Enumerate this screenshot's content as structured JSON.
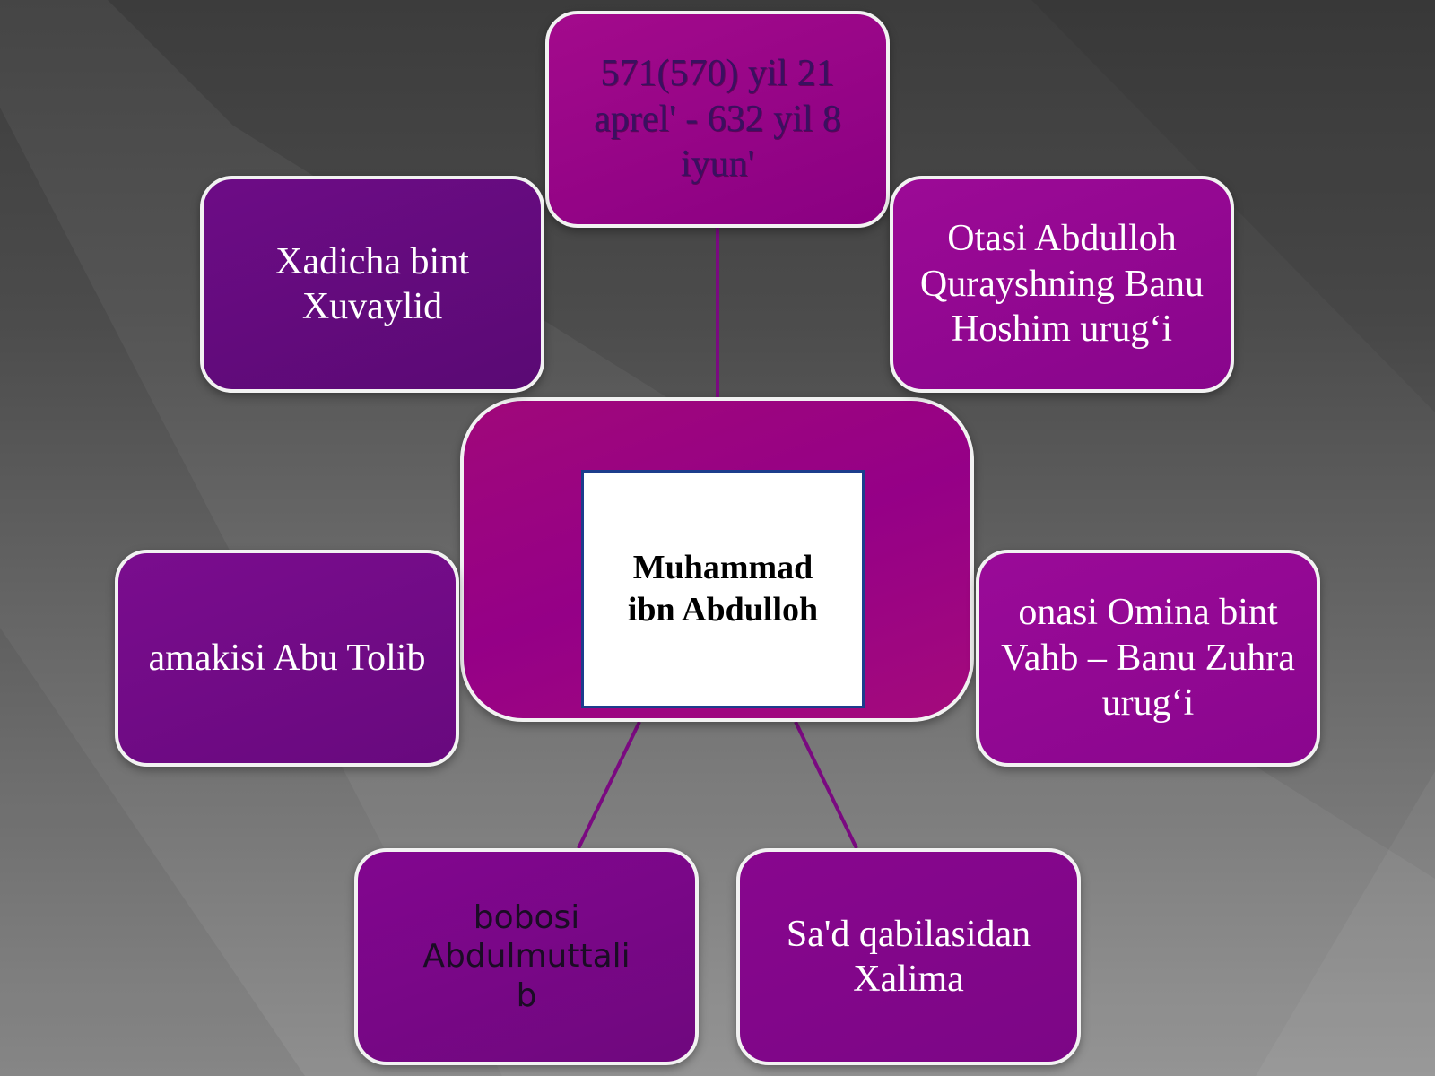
{
  "diagram": {
    "center": "Muhammad\nibn Abdulloh",
    "nodes": {
      "top": "571(570) yil 21\naprel' - 632 yil 8\niyun'",
      "top_left": "Xadicha bint\nXuvaylid",
      "top_right": "Otasi Abdulloh\nQurayshning Banu\nHoshim urug‘i",
      "mid_left": "amakisi Abu Tolib",
      "mid_right": "onasi Omina bint\nVahb – Banu Zuhra\nurug‘i",
      "bottom_left": "bobosi\nAbdulmuttali\nb",
      "bottom_right": "Sa'd qabilasidan\nXalima"
    },
    "colors": {
      "node_border": "#f2f2f2",
      "connector": "#7a0a80",
      "center_box_border": "#1c3d8c"
    }
  }
}
